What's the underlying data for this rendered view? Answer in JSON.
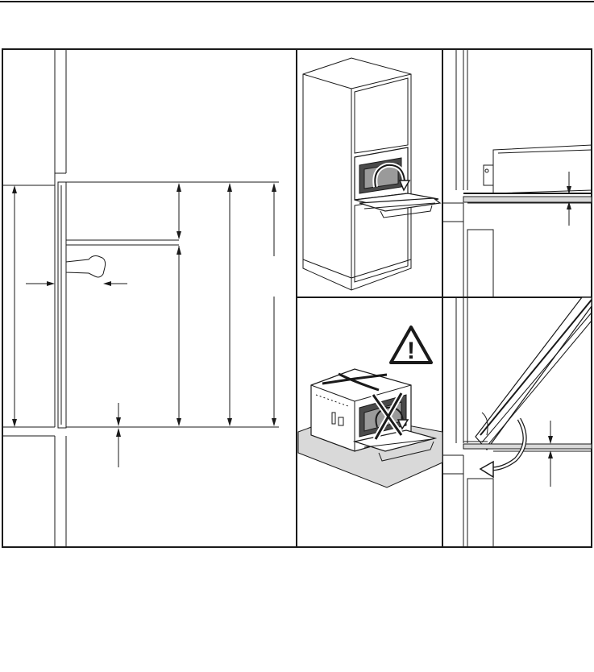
{
  "page": {
    "background": "#ffffff",
    "line_color": "#1a1a1a",
    "floor_color": "#d9d9d9",
    "warning_symbol": "!"
  },
  "panels": [
    {
      "id": "panel-installation-dimensions"
    },
    {
      "id": "panel-tall-cabinet-door-open"
    },
    {
      "id": "panel-door-gap-side-view"
    },
    {
      "id": "panel-warning-do-not-lift-by-door"
    },
    {
      "id": "panel-door-swing-side-view"
    }
  ],
  "icons": [
    "warning-triangle-icon",
    "curved-arrow-icon",
    "cross-mark-icon",
    "dimension-arrow-icon"
  ]
}
